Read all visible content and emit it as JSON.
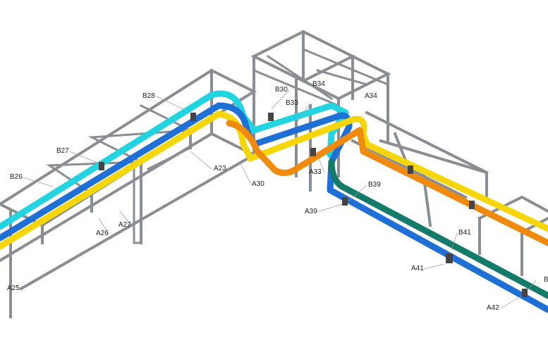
{
  "labels": {
    "B28": "B28",
    "B30": "B30",
    "B34": "B34",
    "A34": "A34",
    "B33": "B33",
    "B27": "B27",
    "A23": "A23",
    "A30": "A30",
    "A33": "A33",
    "B26": "B26",
    "B39": "B39",
    "A39": "A39",
    "A27": "A27",
    "A26": "A26",
    "B41": "B41",
    "A41": "A41",
    "A25": "A25",
    "A42": "A42",
    "B_cut": "B"
  },
  "colors": {
    "cyan": "#22d3e0",
    "blue": "#1e6fd6",
    "yellow": "#f5d60a",
    "orange": "#f08a0c",
    "green": "#147a6a",
    "steel": "#8a8e93"
  }
}
